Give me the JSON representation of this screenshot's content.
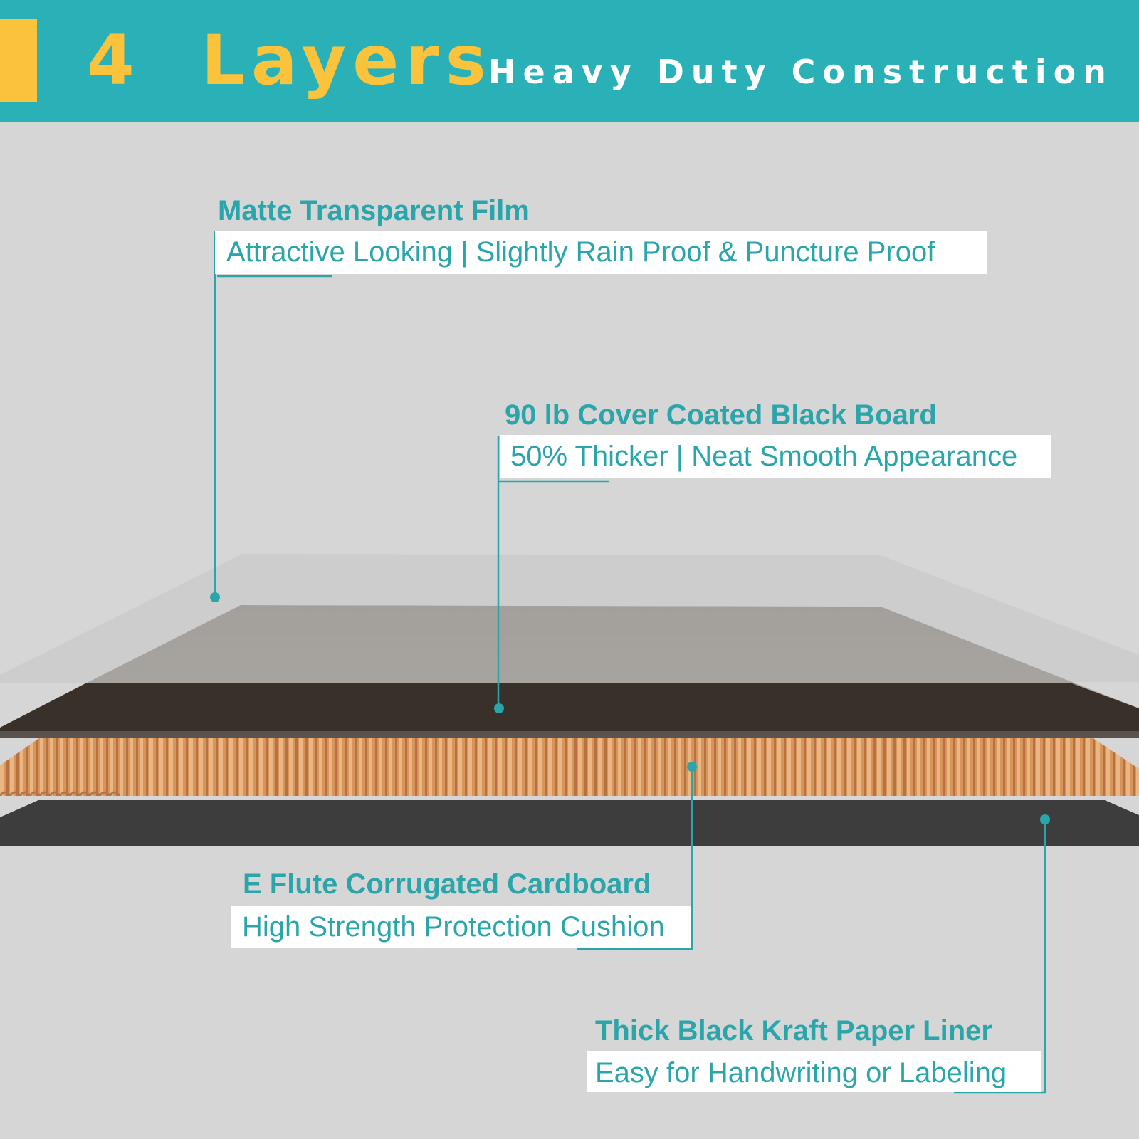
{
  "header": {
    "title": "4  Layers",
    "subtitle": "Heavy Duty Construction",
    "background_color": "#2ab1b7",
    "accent_color": "#fbc33b"
  },
  "layers": [
    {
      "title": "Matte Transparent Film",
      "description": "Attractive Looking | Slightly Rain Proof & Puncture Proof"
    },
    {
      "title": "90 lb Cover Coated Black Board",
      "description": "50% Thicker | Neat Smooth Appearance"
    },
    {
      "title": "E Flute Corrugated Cardboard",
      "description": "High Strength Protection Cushion"
    },
    {
      "title": "Thick Black Kraft Paper Liner",
      "description": "Easy for Handwriting or Labeling"
    }
  ],
  "colors": {
    "callout_text": "#2aa6ab",
    "film": "#c8c8c8",
    "black_board": "#383029",
    "corrugated": "#d99860",
    "kraft_liner": "#3c3c3c"
  }
}
